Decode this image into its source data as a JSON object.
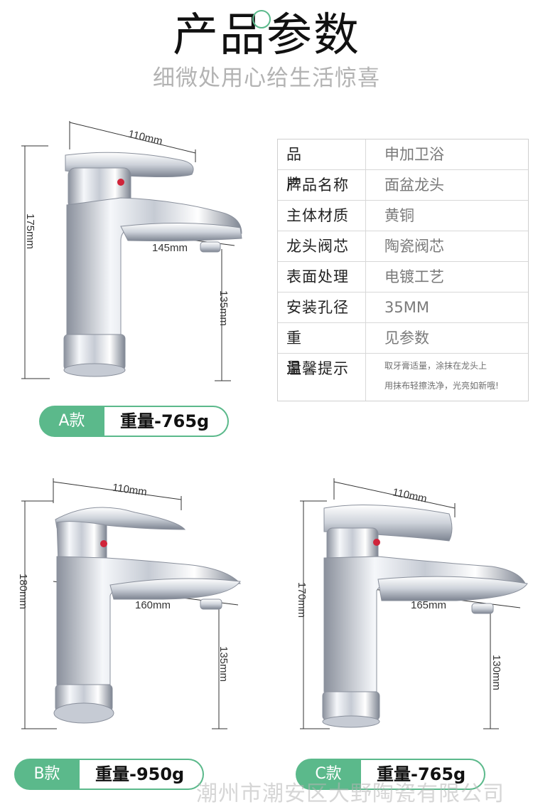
{
  "header": {
    "title": "产品参数",
    "subtitle": "细微处用心给生活惊喜"
  },
  "spec_table": [
    {
      "key": "品牌",
      "value": "申加卫浴"
    },
    {
      "key": "产品名称",
      "value": "面盆龙头"
    },
    {
      "key": "主体材质",
      "value": "黄铜"
    },
    {
      "key": "龙头阀芯",
      "value": "陶瓷阀芯"
    },
    {
      "key": "表面处理",
      "value": "电镀工艺"
    },
    {
      "key": "安装孔径",
      "value": "35MM"
    },
    {
      "key": "重量",
      "value": "见参数"
    },
    {
      "key": "温馨提示",
      "value_line1": "取牙膏适量，涂抹在龙头上",
      "value_line2": "用抹布轻擦洗净，光亮如新哦!"
    }
  ],
  "models": {
    "a": {
      "label": "A款",
      "weight": "重量-765g",
      "width": "110mm",
      "height": "175mm",
      "spout": "145mm",
      "clearance": "135mm"
    },
    "b": {
      "label": "B款",
      "weight": "重量-950g",
      "width": "110mm",
      "height": "180mm",
      "spout": "160mm",
      "clearance": "135mm"
    },
    "c": {
      "label": "C款",
      "weight": "重量-765g",
      "width": "110mm",
      "height": "170mm",
      "spout": "165mm",
      "clearance": "130mm"
    }
  },
  "watermark": "潮州市潮安区大野陶瓷有限公司",
  "colors": {
    "accent": "#5bb98b",
    "chrome_light": "#f2f4f8",
    "chrome_dark": "#7d8491"
  }
}
